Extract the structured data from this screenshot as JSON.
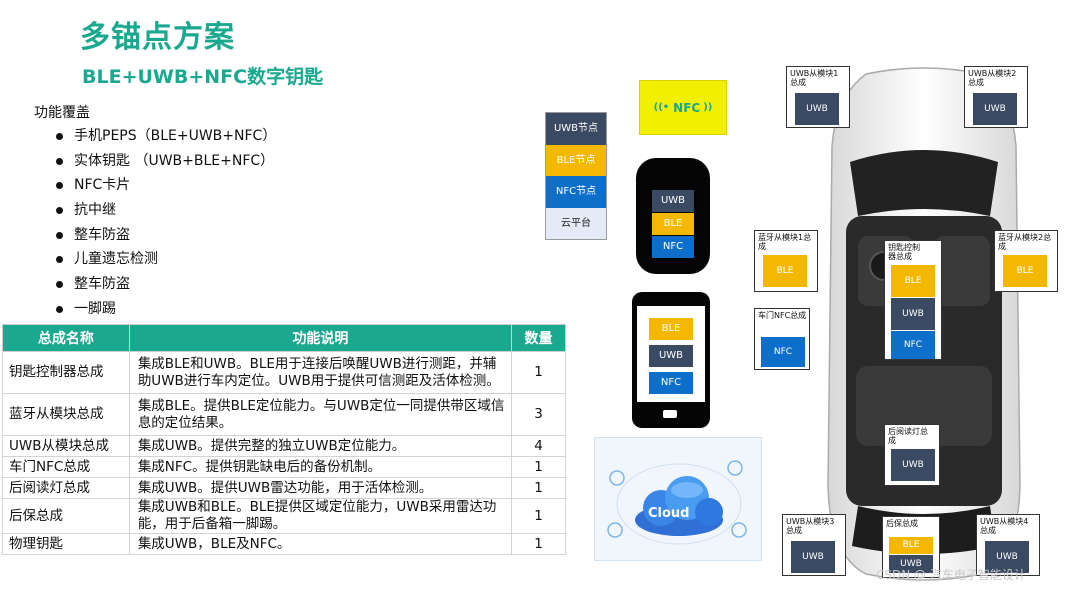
{
  "title": "多锚点方案",
  "subtitle": "BLE+UWB+NFC数字钥匙",
  "features": {
    "heading": "功能覆盖",
    "items": [
      "手机PEPS（BLE+UWB+NFC）",
      "实体钥匙 （UWB+BLE+NFC）",
      "NFC卡片",
      "抗中继",
      "整车防盗",
      "儿童遗忘检测",
      "整车防盗",
      "一脚踢"
    ]
  },
  "table": {
    "headers": [
      "总成名称",
      "功能说明",
      "数量"
    ],
    "rows": [
      {
        "name": "钥匙控制器总成",
        "desc": "集成BLE和UWB。BLE用于连接后唤醒UWB进行测距，并辅助UWB进行车内定位。UWB用于提供可信测距及活体检测。",
        "qty": "1"
      },
      {
        "name": "蓝牙从模块总成",
        "desc": "集成BLE。提供BLE定位能力。与UWB定位一同提供带区域信息的定位结果。",
        "qty": "3"
      },
      {
        "name": "UWB从模块总成",
        "desc": "集成UWB。提供完整的独立UWB定位能力。",
        "qty": "4"
      },
      {
        "name": "车门NFC总成",
        "desc": "集成NFC。提供钥匙缺电后的备份机制。",
        "qty": "1"
      },
      {
        "name": "后阅读灯总成",
        "desc": "集成UWB。提供UWB雷达功能，用于活体检测。",
        "qty": "1"
      },
      {
        "name": "后保总成",
        "desc": "集成UWB和BLE。BLE提供区域定位能力，UWB采用雷达功能，用于后备箱一脚踢。",
        "qty": "1"
      },
      {
        "name": "物理钥匙",
        "desc": "集成UWB，BLE及NFC。",
        "qty": "1"
      }
    ]
  },
  "legend": {
    "uwb": "UWB节点",
    "ble": "BLE节点",
    "nfc": "NFC节点",
    "cloud": "云平台"
  },
  "nfc_card": "NFC",
  "fob": {
    "uwb": "UWB",
    "ble": "BLE",
    "nfc": "NFC"
  },
  "phone": {
    "ble": "BLE",
    "uwb": "UWB",
    "nfc": "NFC"
  },
  "cloud_label": "Cloud",
  "modules": {
    "uwb1": {
      "label": "UWB从模块1总成",
      "chip": "UWB"
    },
    "uwb2": {
      "label": "UWB从模块2总成",
      "chip": "UWB"
    },
    "ble1": {
      "label": "蓝牙从模块1总成",
      "chip": "BLE"
    },
    "ble2": {
      "label": "蓝牙从模块2总成",
      "chip": "BLE"
    },
    "key_ctrl": {
      "label": "钥匙控制器总成",
      "ble": "BLE",
      "uwb": "UWB",
      "nfc": "NFC"
    },
    "door_nfc": {
      "label": "车门NFC总成",
      "chip": "NFC"
    },
    "reading_light": {
      "label": "后阅读灯总成",
      "chip": "UWB"
    },
    "uwb3": {
      "label": "UWB从模块3总成",
      "chip": "UWB"
    },
    "rear_bumper": {
      "label": "后保总成",
      "ble": "BLE",
      "uwb": "UWB"
    },
    "uwb4": {
      "label": "UWB从模块4总成",
      "chip": "UWB"
    }
  },
  "watermark": "CSDN @ 汽车电子智能设计",
  "colors": {
    "brand": "#1aa88e",
    "uwb": "#3a4a62",
    "ble": "#f4b800",
    "nfc": "#0d6fc9",
    "nfc_card": "#f2ef00"
  }
}
